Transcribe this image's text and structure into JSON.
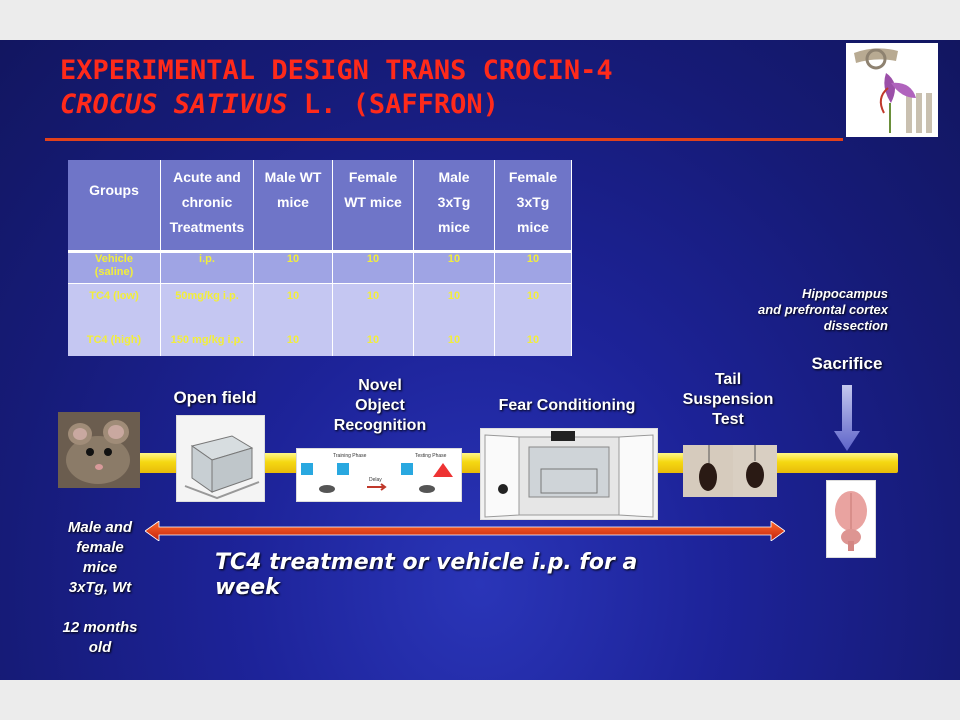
{
  "title": {
    "line1": "EXPERIMENTAL DESIGN TRANS CROCIN-4",
    "line2_italic": "CROCUS SATIVUS",
    "line2_rest": " L. (SAFFRON)"
  },
  "table": {
    "headers": [
      "Groups",
      "Acute and chronic Treatments",
      "Male WT mice",
      "Female WT mice",
      "Male 3xTg mice",
      "Female 3xTg mice"
    ],
    "header_lines": [
      [
        "Groups"
      ],
      [
        "Acute and",
        "chronic",
        "Treatments"
      ],
      [
        "Male WT",
        "mice"
      ],
      [
        "Female",
        "WT mice"
      ],
      [
        "Male",
        "3xTg",
        "mice"
      ],
      [
        "Female",
        "3xTg",
        "mice"
      ]
    ],
    "rows": [
      {
        "group": "Vehicle (saline)",
        "treatment": "i.p.",
        "values": [
          "10",
          "10",
          "10",
          "10"
        ]
      },
      {
        "group": "TC4 (low)",
        "treatment": "50mg/kg i.p.",
        "values": [
          "10",
          "10",
          "10",
          "10"
        ]
      },
      {
        "group": "TC4 (high)",
        "treatment": "150 mg/kg i.p.",
        "values": [
          "10",
          "10",
          "10",
          "10"
        ]
      }
    ]
  },
  "timeline": {
    "open_field": "Open field",
    "novel_object": "Novel Object Recognition",
    "novel_lines": [
      "Novel",
      "Object",
      "Recognition"
    ],
    "fear": "Fear Conditioning",
    "tail_lines": [
      "Tail",
      "Suspension",
      "Test"
    ],
    "sacrifice": "Sacrifice",
    "dissection_lines": [
      "Hippocampus",
      "and prefrontal cortex",
      "dissection"
    ],
    "treatment_text": "TC4 treatment or vehicle i.p. for a week",
    "subjects_lines": [
      "Male and",
      "female",
      "mice",
      "3xTg, Wt"
    ],
    "age_lines": [
      "12 months",
      "old"
    ],
    "nor_training": "Training Phase",
    "nor_testing": "Testing Phase",
    "nor_delay": "Delay"
  },
  "colors": {
    "title": "#ff2a1a",
    "bar": "#f5d812",
    "arrow": "#e2411b",
    "table_text": "#f2ee3a"
  }
}
